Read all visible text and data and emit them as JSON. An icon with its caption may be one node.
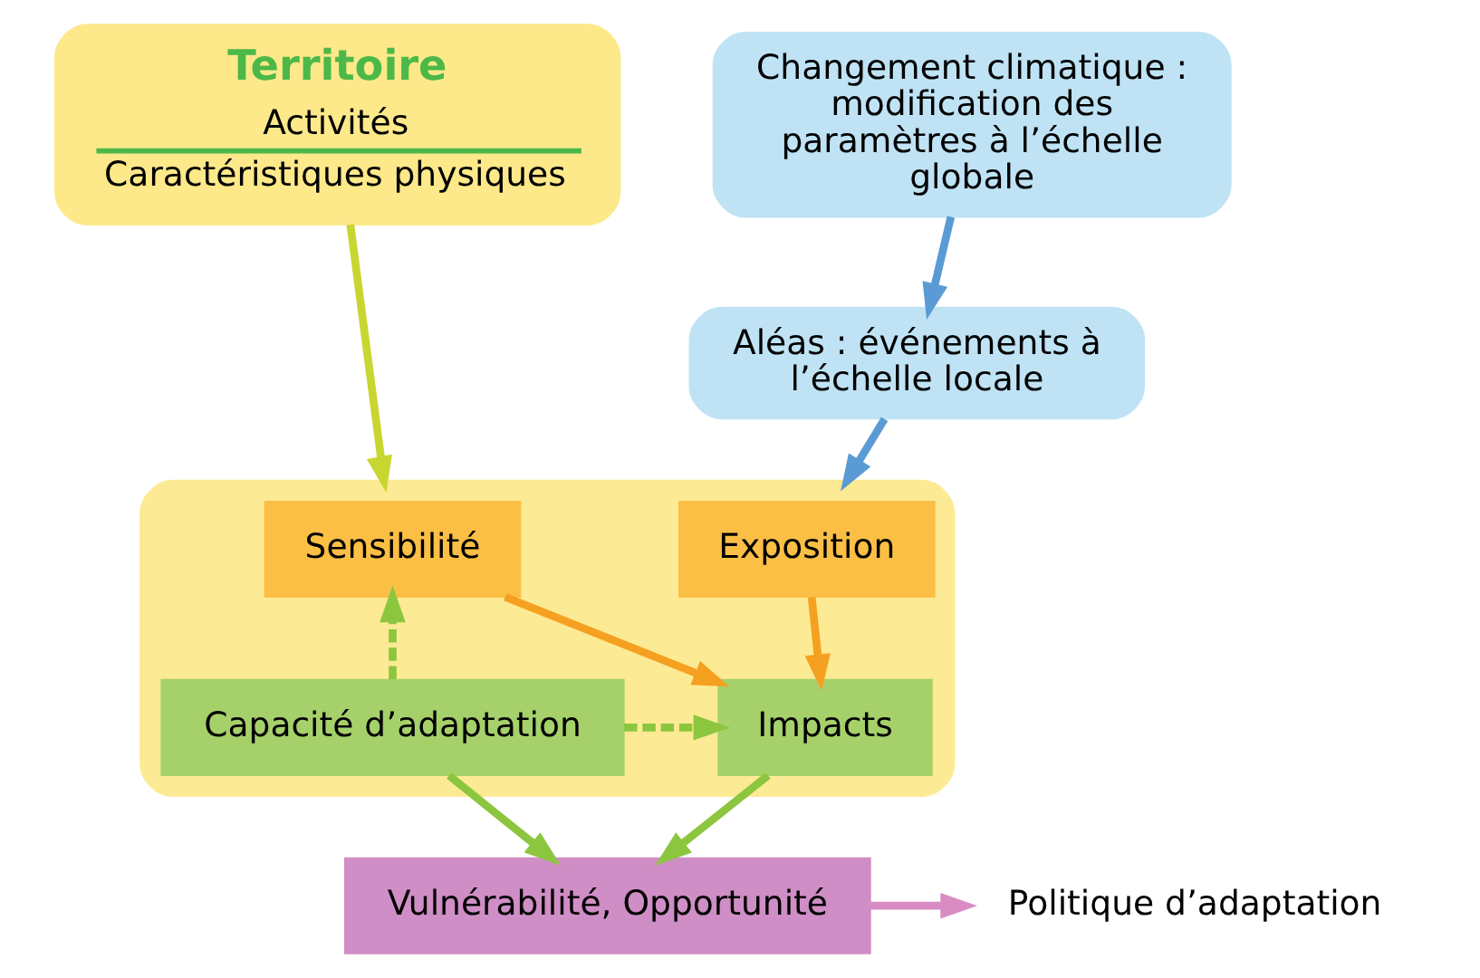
{
  "diagram": {
    "nodes": [
      {
        "text": [
          "Territoire",
          "Activités",
          "Caractéristiques physiques"
        ]
      },
      {
        "text": [
          "Changement climatique : modification des paramètres à l’échelle globale"
        ]
      },
      {
        "text": [
          "Aléas : événements à l’échelle locale"
        ]
      },
      {
        "text": [],
        "shape": "box"
      },
      {
        "text": [
          "Sensibilité"
        ],
        "in": 3
      },
      {
        "text": [
          "Exposition"
        ],
        "in": 3
      },
      {
        "text": [
          "Capacité d’adaptation"
        ],
        "in": 3
      },
      {
        "text": [
          "Impacts"
        ],
        "in": 3
      },
      {
        "text": [
          "Vulnérabilité, Opportunité"
        ]
      },
      {
        "text": [
          "Politique d’adaptation"
        ]
      }
    ],
    "edges": [
      {
        "from": 0,
        "to": 3,
        "arrow": "to",
        "color": "#c8d630"
      },
      {
        "from": 1,
        "to": 2,
        "arrow": "to",
        "color": "#5b9bd5"
      },
      {
        "from": 2,
        "to": 3,
        "arrow": "to",
        "color": "#5b9bd5"
      },
      {
        "from": 4,
        "to": 7,
        "arrow": "to",
        "color": "#f5a020"
      },
      {
        "from": 5,
        "to": 7,
        "arrow": "to",
        "color": "#f5a020"
      },
      {
        "from": 6,
        "to": 4,
        "arrow": "to",
        "style": "dashed"
      },
      {
        "from": 6,
        "to": 7,
        "arrow": "to",
        "style": "dashed"
      },
      {
        "from": 6,
        "to": 8,
        "arrow": "to"
      },
      {
        "from": 7,
        "to": 8,
        "arrow": "to"
      },
      {
        "from": 8,
        "to": 9,
        "arrow": "to",
        "color": "#d98cc4"
      }
    ]
  }
}
